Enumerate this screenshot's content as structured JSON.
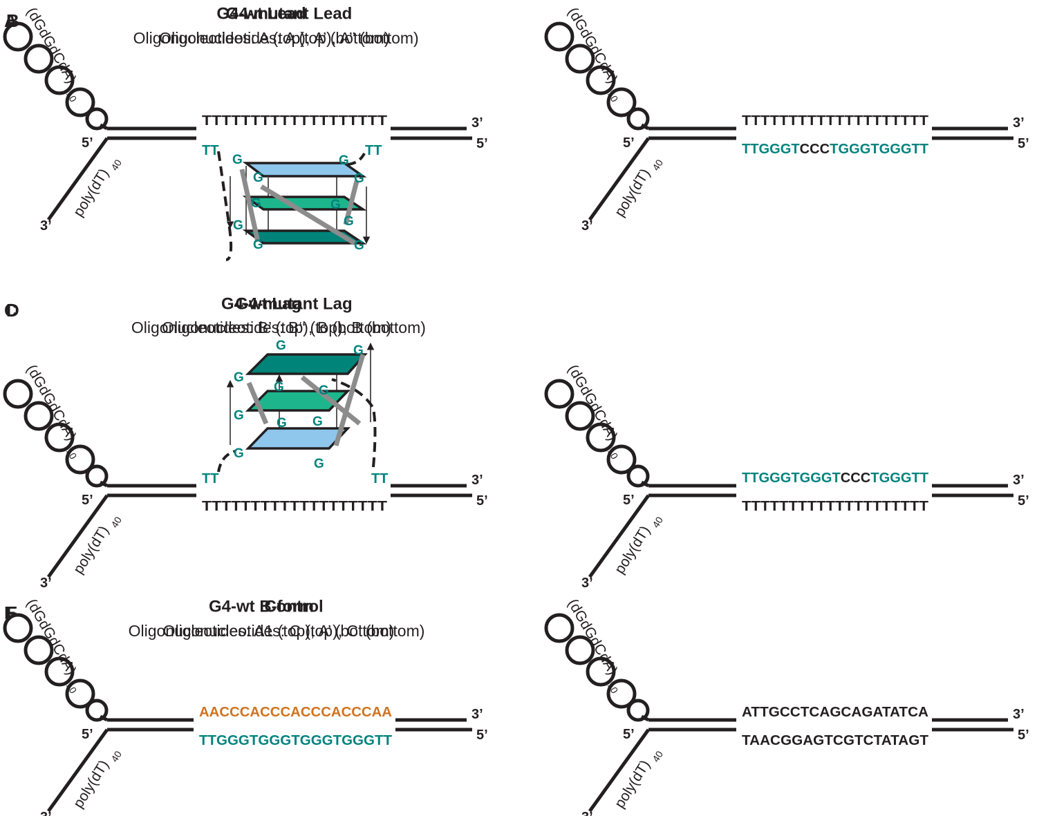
{
  "colors": {
    "ink": "#231f20",
    "teal_text": "#00837e",
    "orange_text": "#d0731f",
    "light_blue": "#8ec6ec",
    "mint": "#1db68c",
    "dark_teal": "#008479",
    "gray_connector": "#8c8c8c"
  },
  "strings": {
    "end_5": "5’",
    "end_3": "3’",
    "loop_label": "(dGdGdCdA)",
    "loop_sub": "10",
    "tail_label": "poly(dT)",
    "tail_sub": "40",
    "g": "G",
    "tt": "TT"
  },
  "panels": [
    {
      "id": "A",
      "label": "A",
      "title": "G4-wt Lead",
      "subtitle": "Oligonucleotides: A (top), A’ (bottom)",
      "top_sequence": [
        {
          "text": "TTTTTTTTTTTTTTTTTTT",
          "color": "ink"
        }
      ],
      "bottom_sequence": [],
      "quadruplex": "lead"
    },
    {
      "id": "B",
      "label": "B",
      "title": "G4-mutant Lead",
      "subtitle": "Oligonucleotides: A (top), A’’ (bottom)",
      "top_sequence": [
        {
          "text": "TTTTTTTTTTTTTTTTTTTT",
          "color": "ink"
        }
      ],
      "bottom_sequence": [
        {
          "text": "TTGGGT",
          "color": "teal_text"
        },
        {
          "text": "CCC",
          "color": "ink"
        },
        {
          "text": "TGGGTGGGTT",
          "color": "teal_text"
        }
      ]
    },
    {
      "id": "C",
      "label": "C",
      "title": "G4-wt Lag",
      "subtitle": "Oligonucleotides: B’ (top), B (bottom)",
      "top_sequence": [],
      "bottom_sequence": [
        {
          "text": "TTTTTTTTTTTTTTTTTTT",
          "color": "ink"
        }
      ],
      "quadruplex": "lag"
    },
    {
      "id": "D",
      "label": "D",
      "title": "G4-mutant Lag",
      "subtitle": "Oligonucleotides: B‘‘ (top), B (bottom)",
      "top_sequence": [
        {
          "text": "TTGGGTGGGT",
          "color": "teal_text"
        },
        {
          "text": "CCC",
          "color": "ink"
        },
        {
          "text": "TGGGTT",
          "color": "teal_text"
        }
      ],
      "bottom_sequence": [
        {
          "text": "TTTTTTTTTTTTTTTTTTTT",
          "color": "ink"
        }
      ]
    },
    {
      "id": "E",
      "label": "E",
      "title": "G4-wt B-form",
      "subtitle": "Oligonucleotides: A1 (top), A’ (bottom)",
      "top_sequence": [
        {
          "text": "AACCCACCCACCCACCCAA",
          "color": "orange_text"
        }
      ],
      "bottom_sequence": [
        {
          "text": "TTGGGTGGGTGGGTGGGTT",
          "color": "teal_text"
        }
      ]
    },
    {
      "id": "F",
      "label": "F",
      "title": "Control",
      "subtitle": "Oligonucleotides: C (top), C’ (bottom)",
      "top_sequence": [
        {
          "text": "ATTGCCTCAGCAGATATCA",
          "color": "ink"
        }
      ],
      "bottom_sequence": [
        {
          "text": "TAACGGAGTCGTCTATAGT",
          "color": "ink"
        }
      ]
    }
  ]
}
